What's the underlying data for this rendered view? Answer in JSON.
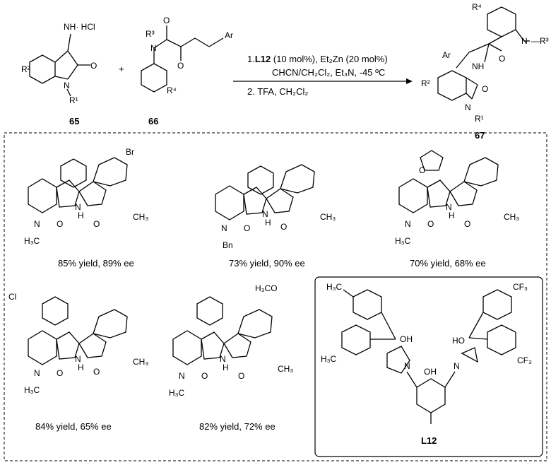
{
  "top": {
    "compound_65_label": "65",
    "compound_66_label": "66",
    "compound_67_label": "67",
    "plus": "+",
    "reagent_nh_hcl": "NH· HCl",
    "reaction_conditions": {
      "line1_prefix": "1.",
      "line1_catalyst": "L12",
      "line1_rest": "(10 mol%), Et₂Zn (20 mol%)",
      "line2": "CHCN/CH₂Cl₂, Et₃N, -45 ºC",
      "line3": "2. TFA, CH₂Cl₂"
    }
  },
  "products": [
    {
      "result": "85% yield, 89% ee",
      "substituent": "Br"
    },
    {
      "result": "73% yield, 90% ee",
      "substituent": "Bn"
    },
    {
      "result": "70% yield, 68% ee",
      "substituent": "furyl"
    },
    {
      "result": "84% yield, 65% ee",
      "substituent": "Cl"
    },
    {
      "result": "82% yield, 72% ee",
      "substituent": "H₃CO"
    }
  ],
  "catalyst_box": {
    "label": "L12",
    "groups": [
      "CF₃",
      "CF₃",
      "H₃C",
      "H₃C",
      "OH",
      "OH",
      "HO",
      "N",
      "N"
    ]
  }
}
